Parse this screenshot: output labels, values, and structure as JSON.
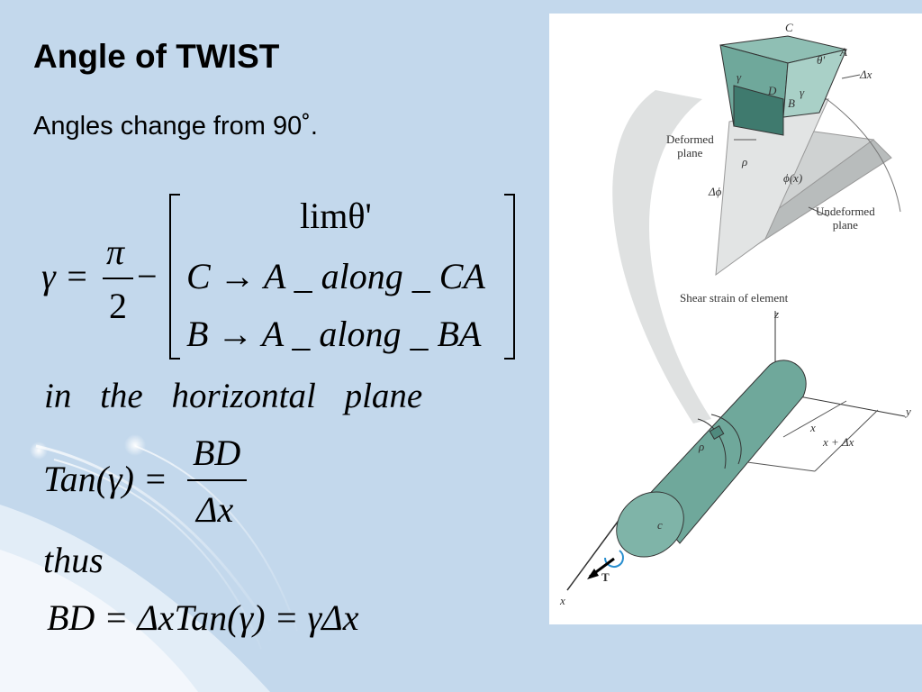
{
  "slide": {
    "title": "Angle of TWIST",
    "subtitle": "Angles change from 90˚."
  },
  "equation1": {
    "lhs": "γ =",
    "fraction_numerator": "π",
    "fraction_denominator": "2",
    "minus": "−",
    "row1": "limθ'",
    "row2": "C → A _ along _ CA",
    "row3": "B → A _ along _ BA"
  },
  "horizontal_plane_text": "in the horizontal plane",
  "equation2": {
    "lhs": "Tan(γ) =",
    "numerator": "BD",
    "denominator": "Δx"
  },
  "thus_text": "thus",
  "equation3": "BD = ΔxTan(γ) = γΔx",
  "figure": {
    "labels": {
      "c_top": "C",
      "a_top": "A",
      "theta_prime": "θ'",
      "gamma_left": "γ",
      "gamma_right": "γ",
      "d_label": "D",
      "b_label": "B",
      "delta_x": "Δx",
      "deformed_plane": "Deformed\nplane",
      "rho": "ρ",
      "delta_phi": "Δϕ",
      "phi_x": "ϕ(x)",
      "undeformed_plane": "Undeformed\nplane",
      "shear_strain": "Shear strain of element",
      "z_axis": "z",
      "y_axis": "y",
      "x_axis": "x",
      "x_dim": "x",
      "x_plus_dx": "x + Δx",
      "rho_shaft": "ρ",
      "c_shaft": "c",
      "torque": "T"
    },
    "colors": {
      "shaft": "#6fa89b",
      "shaft_dark": "#4f8a7e",
      "element": "#5f9e90",
      "plane_gray": "#c9cccc"
    }
  }
}
